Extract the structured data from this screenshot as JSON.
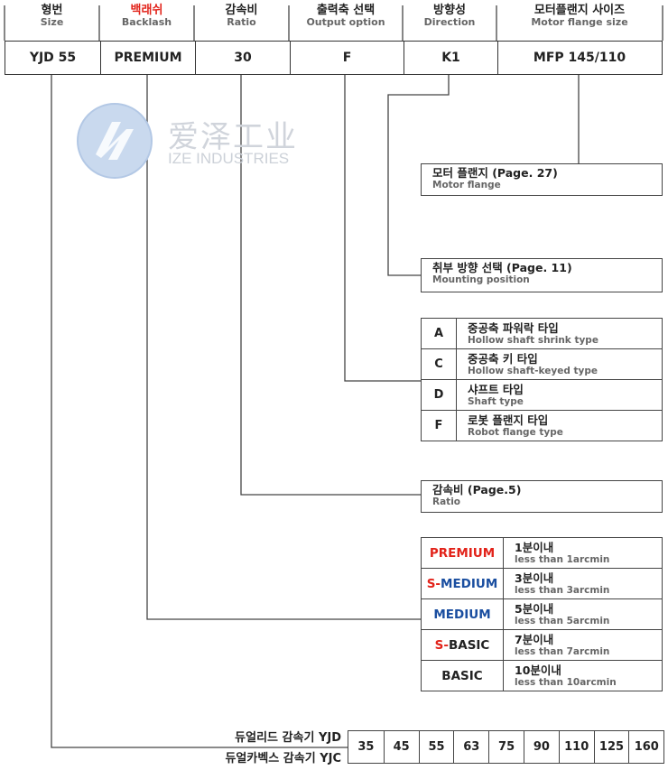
{
  "header": {
    "columns": [
      {
        "title": "형번",
        "subtitle": "Size",
        "value": "YJD 55"
      },
      {
        "title": "백래쉬",
        "subtitle": "Backlash",
        "value": "PREMIUM"
      },
      {
        "title": "감속비",
        "subtitle": "Ratio",
        "value": "30"
      },
      {
        "title": "출력축 선택",
        "subtitle": "Output option",
        "value": "F"
      },
      {
        "title": "방향성",
        "subtitle": "Direction",
        "value": "K1"
      },
      {
        "title": "모터플랜지 사이즈",
        "subtitle": "Motor flange size",
        "value": "MFP 145/110"
      }
    ],
    "colors": {
      "backlash_title": "#e2231a",
      "default_title": "#222222"
    }
  },
  "watermark": {
    "name_cn": "爱泽工业",
    "name_en": "IZE INDUSTRIES"
  },
  "motor_flange": {
    "title": "모터 플랜지 (Page. 27)",
    "subtitle": "Motor flange"
  },
  "mounting": {
    "title": "취부 방향 선택 (Page. 11)",
    "subtitle": "Mounting position"
  },
  "output_options": [
    {
      "code": "A",
      "title": "중공축 파워락 타입",
      "subtitle": "Hollow shaft shrink type"
    },
    {
      "code": "C",
      "title": "중공축 키 타입",
      "subtitle": "Hollow shaft-keyed type"
    },
    {
      "code": "D",
      "title": "샤프트 타입",
      "subtitle": "Shaft type"
    },
    {
      "code": "F",
      "title": "로봇 플랜지 타입",
      "subtitle": "Robot flange type"
    }
  ],
  "ratio_box": {
    "title": "감속비 (Page.5)",
    "subtitle": "Ratio"
  },
  "backlash_options": [
    {
      "prefix": "",
      "grade": "PREMIUM",
      "prefix_color": "red",
      "grade_color": "red",
      "title": "1분이내",
      "subtitle": "less than 1arcmin"
    },
    {
      "prefix": "S-",
      "grade": "MEDIUM",
      "prefix_color": "red",
      "grade_color": "blue",
      "title": "3분이내",
      "subtitle": "less than 3arcmin"
    },
    {
      "prefix": "",
      "grade": "MEDIUM",
      "prefix_color": "blue",
      "grade_color": "blue",
      "title": "5분이내",
      "subtitle": "less than 5arcmin"
    },
    {
      "prefix": "S-",
      "grade": "BASIC",
      "prefix_color": "red",
      "grade_color": "dark",
      "title": "7분이내",
      "subtitle": "less than 7arcmin"
    },
    {
      "prefix": "",
      "grade": "BASIC",
      "prefix_color": "dark",
      "grade_color": "dark",
      "title": "10분이내",
      "subtitle": "less than 10arcmin"
    }
  ],
  "sizes": {
    "series_labels": [
      "듀얼리드 감속기 YJD",
      "듀얼카벡스 감속기 YJC"
    ],
    "values": [
      "35",
      "45",
      "55",
      "63",
      "75",
      "90",
      "110",
      "125",
      "160"
    ]
  }
}
